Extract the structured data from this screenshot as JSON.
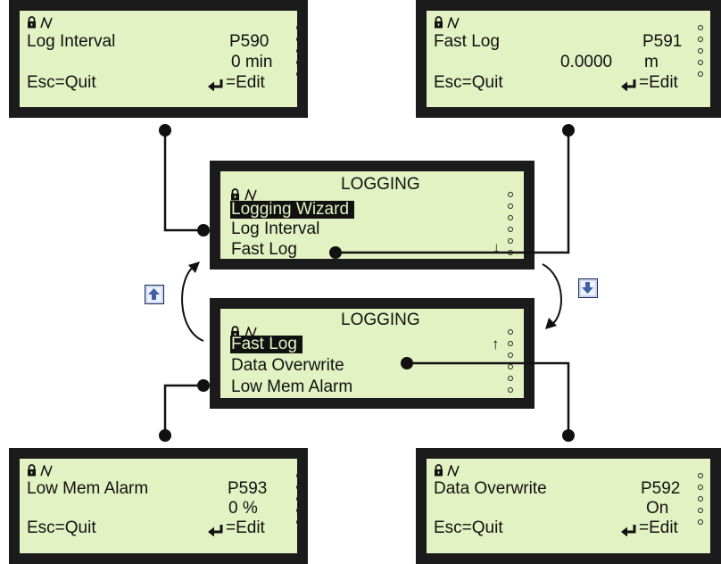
{
  "screens": {
    "log_interval": {
      "title": "Log Interval",
      "param": "P590",
      "value": "0 min",
      "esc": "Esc=Quit",
      "edit": "=Edit"
    },
    "fast_log": {
      "title": "Fast Log",
      "param": "P591",
      "value": "0.0000",
      "unit": "m",
      "esc": "Esc=Quit",
      "edit": "=Edit"
    },
    "low_mem_alarm": {
      "title": "Low Mem Alarm",
      "param": "P593",
      "value": "0 %",
      "esc": "Esc=Quit",
      "edit": "=Edit"
    },
    "data_overwrite": {
      "title": "Data Overwrite",
      "param": "P592",
      "value": "On",
      "esc": "Esc=Quit",
      "edit": "=Edit"
    }
  },
  "menu_top": {
    "title": "LOGGING",
    "items": [
      "Logging Wizard",
      "Log Interval",
      "Fast Log"
    ],
    "scroll_arrow": "↓"
  },
  "menu_bottom": {
    "title": "LOGGING",
    "items": [
      "Fast Log",
      "Data Overwrite",
      "Low Mem Alarm"
    ],
    "scroll_arrow": "↑"
  },
  "icons": {
    "lock": "padlock-icon",
    "signal": "signal-wave-icon",
    "enter": "enter-key-icon",
    "scroll_up": "up-arrow-button-icon",
    "scroll_down": "down-arrow-button-icon"
  },
  "colors": {
    "lcd_background": "#e2f2c2",
    "bezel": "#1b1b1b",
    "button_border": "#1a2a55"
  }
}
